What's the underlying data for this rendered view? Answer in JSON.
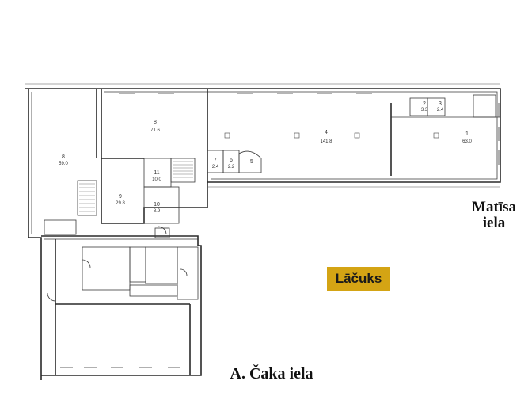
{
  "labels": {
    "street_right": "Matīsa\niela",
    "street_bottom": "A. Čaka iela",
    "store": "Lāčuks"
  },
  "rooms": [
    {
      "num": "1",
      "area": "63.0"
    },
    {
      "num": "2",
      "area": "3.3"
    },
    {
      "num": "3",
      "area": "2.4"
    },
    {
      "num": "4",
      "area": "141.8"
    },
    {
      "num": "5",
      "area": ""
    },
    {
      "num": "6",
      "area": "2.2"
    },
    {
      "num": "7",
      "area": "2.4"
    },
    {
      "num": "8",
      "area": "71.6"
    },
    {
      "num": "9",
      "area": "29.8"
    },
    {
      "num": "10",
      "area": "8.9"
    },
    {
      "num": "11",
      "area": "10.0"
    },
    {
      "num": "8",
      "area": "59.0"
    }
  ],
  "colors": {
    "store_badge": "#d4a414",
    "walls": "#2a2a2a",
    "background": "#ffffff"
  }
}
